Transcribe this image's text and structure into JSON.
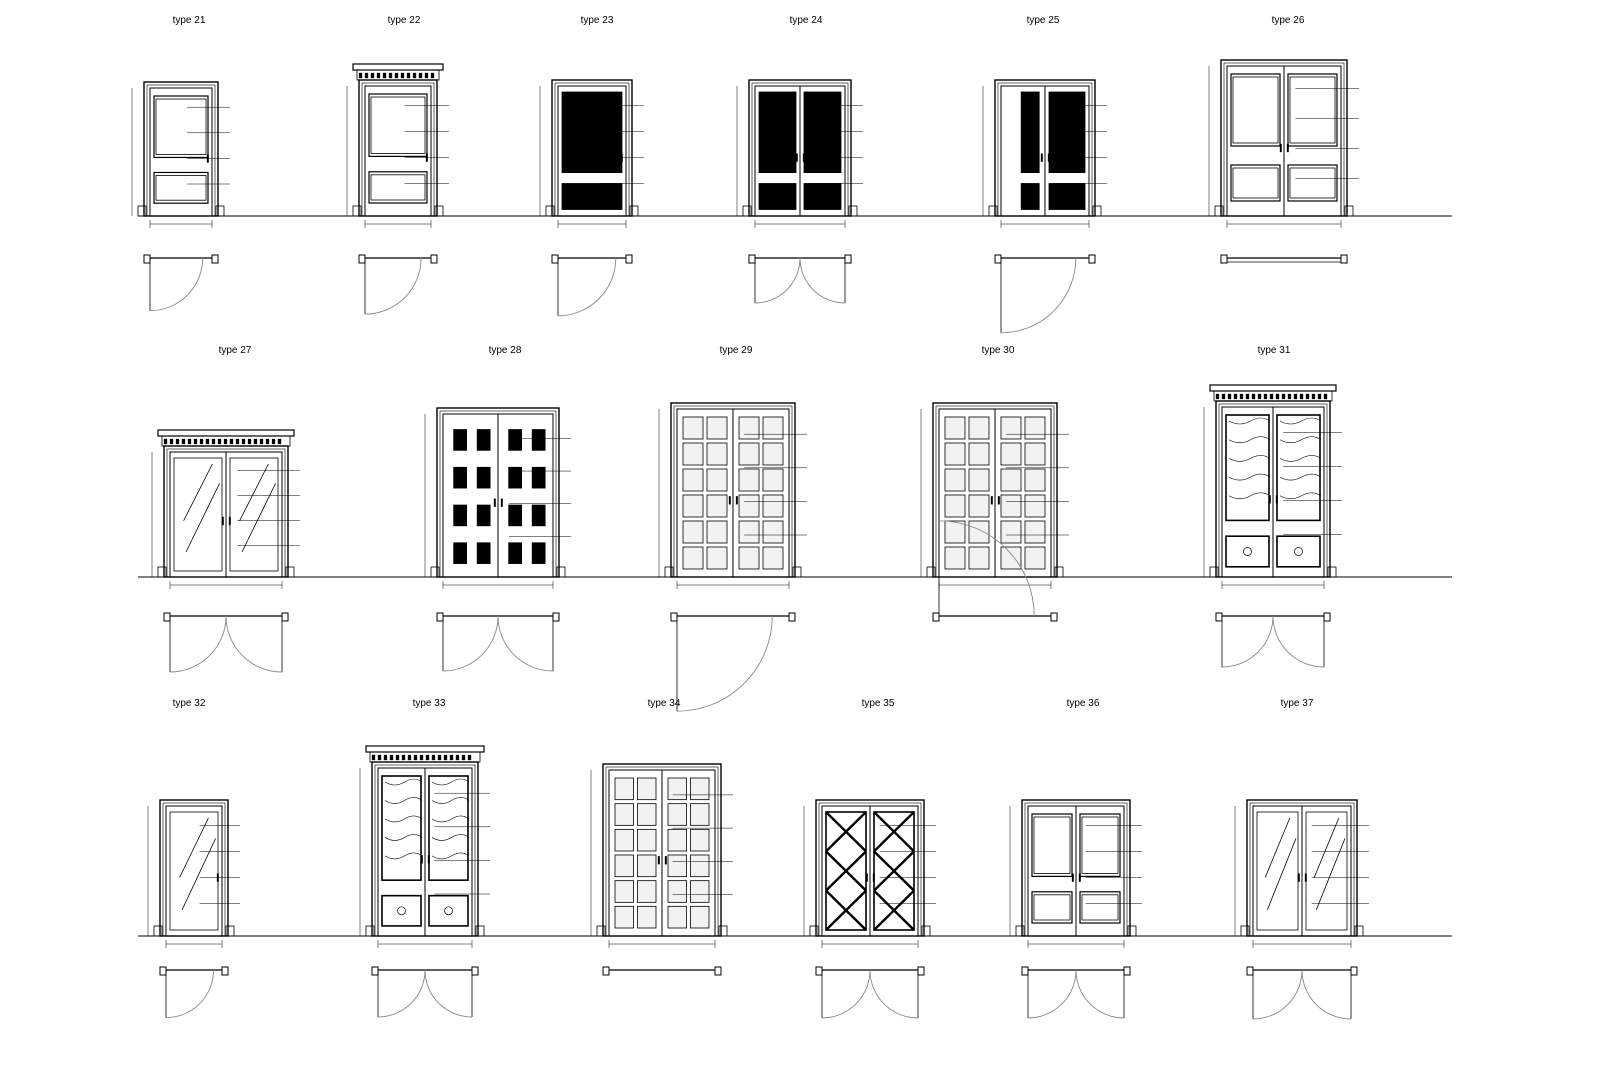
{
  "sheet": {
    "ink": "#000000",
    "swing_color": "#888888"
  },
  "rows": [
    {
      "items": [
        {
          "label": "type 21",
          "style": "single-panel",
          "leaves": 1,
          "crown": false,
          "plan": "single-swing"
        },
        {
          "label": "type 22",
          "style": "single-panel",
          "leaves": 1,
          "crown": true,
          "plan": "single-swing"
        },
        {
          "label": "type 23",
          "style": "single-louver",
          "leaves": 1,
          "crown": false,
          "plan": "single-swing"
        },
        {
          "label": "type 24",
          "style": "double-louver",
          "leaves": 2,
          "crown": false,
          "plan": "double-swing"
        },
        {
          "label": "type 25",
          "style": "double-louver-narrow",
          "leaves": 2,
          "crown": false,
          "plan": "single-swing"
        },
        {
          "label": "type 26",
          "style": "double-panel",
          "leaves": 2,
          "crown": false,
          "plan": "sliding"
        }
      ]
    },
    {
      "items": [
        {
          "label": "type 27",
          "style": "double-glass",
          "leaves": 2,
          "crown": true,
          "plan": "double-swing"
        },
        {
          "label": "type 28",
          "style": "double-grid-square",
          "leaves": 2,
          "crown": false,
          "plan": "double-swing"
        },
        {
          "label": "type 29",
          "style": "double-grid",
          "leaves": 2,
          "crown": false,
          "plan": "single-swing"
        },
        {
          "label": "type 30",
          "style": "double-grid",
          "leaves": 2,
          "crown": false,
          "plan": "single-swing-up"
        },
        {
          "label": "type 31",
          "style": "double-carved",
          "leaves": 2,
          "crown": true,
          "plan": "double-swing"
        }
      ]
    },
    {
      "items": [
        {
          "label": "type 32",
          "style": "single-glass",
          "leaves": 1,
          "crown": false,
          "plan": "single-swing"
        },
        {
          "label": "type 33",
          "style": "double-carved",
          "leaves": 2,
          "crown": true,
          "plan": "double-swing"
        },
        {
          "label": "type 34",
          "style": "double-grid",
          "leaves": 2,
          "crown": false,
          "plan": "none"
        },
        {
          "label": "type 35",
          "style": "double-x",
          "leaves": 2,
          "crown": false,
          "plan": "double-swing"
        },
        {
          "label": "type 36",
          "style": "double-panel",
          "leaves": 2,
          "crown": false,
          "plan": "double-swing"
        },
        {
          "label": "type 37",
          "style": "double-glass-frame",
          "leaves": 2,
          "crown": false,
          "plan": "double-swing"
        }
      ]
    }
  ]
}
